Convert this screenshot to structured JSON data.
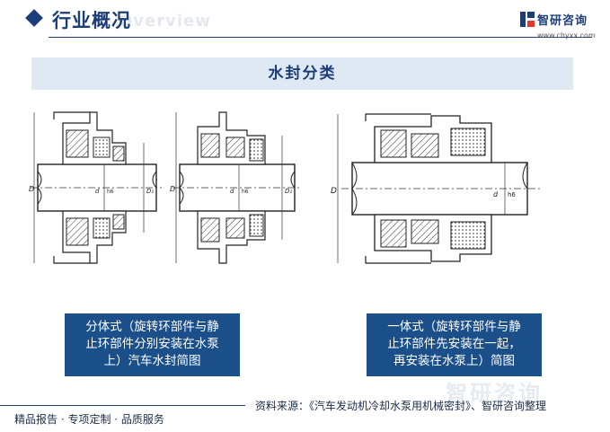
{
  "header": {
    "title": "行业概况",
    "watermark": "Overview",
    "brand_name": "智研咨询",
    "brand_url": "www.chyxx.com",
    "accent_color": "#1c3d78"
  },
  "section": {
    "title": "水封分类"
  },
  "diagrams": {
    "left": {
      "dimension_labels": [
        "D",
        "d",
        "h6",
        "D₁",
        "D",
        "d",
        "h6",
        "D₁"
      ]
    },
    "right": {
      "dimension_labels": [
        "D",
        "d",
        "h6"
      ]
    }
  },
  "captions": {
    "left": [
      "分体式（旋转环部件与静",
      "止环部件分别安装在水泵",
      "上）汽车水封简图"
    ],
    "right": [
      "一体式（旋转环部件与静",
      "止环部件先安装在一起，",
      "再安装在水泵上）简图"
    ]
  },
  "source": "资料来源：《汽车发动机冷却水泵用机械密封》、智研咨询整理",
  "footer": "精品报告 · 专项定制 · 品质服务",
  "watermark_brand": "智研咨询"
}
